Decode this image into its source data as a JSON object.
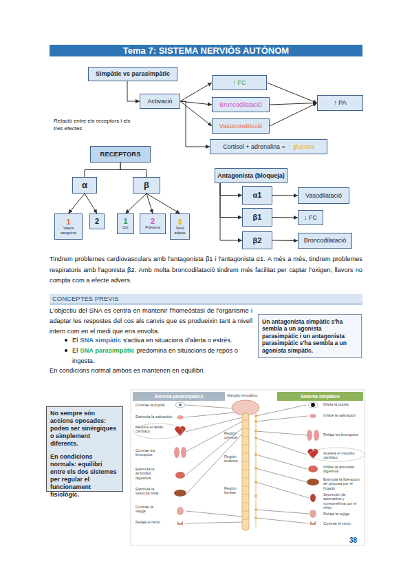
{
  "diagram": {
    "title": "Tema 7: SISTEMA NERVIÓS AUTÒNOM",
    "nodes": [
      {
        "text": [
          "Simpàtic vs parasimpàtic"
        ]
      },
      {
        "text": [
          "Activació"
        ]
      },
      {
        "text": [
          "↑ FC"
        ]
      },
      {
        "text": [
          "Broncodilatació"
        ]
      },
      {
        "text": [
          "Vasoconstricció"
        ]
      },
      {
        "text": [
          "↑ PA"
        ]
      },
      {
        "text": [
          "Cortisol + adrenalina =",
          "↑ glucosa"
        ]
      },
      {
        "text": [
          "RECEPTORS"
        ]
      },
      {
        "text": [
          "α"
        ]
      },
      {
        "text": [
          "β"
        ]
      },
      {
        "text": [
          "1",
          "Vasos sanguinis"
        ]
      },
      {
        "text": [
          "2"
        ]
      },
      {
        "text": [
          "1",
          "Cor"
        ]
      },
      {
        "text": [
          "2",
          "Pulmons"
        ]
      },
      {
        "text": [
          "3",
          "Teixit adipós"
        ]
      },
      {
        "text": [
          "Antagonista (bloqueja)"
        ]
      },
      {
        "text": [
          "α1"
        ]
      },
      {
        "text": [
          "Vasodilatació"
        ]
      },
      {
        "text": [
          "β1"
        ]
      },
      {
        "text": [
          "↓ FC"
        ]
      },
      {
        "text": [
          "β2"
        ]
      },
      {
        "text": [
          "Broncodilatació"
        ]
      },
      {
        "text": [
          "CONCEPTES PREVIS"
        ]
      },
      {
        "text": [
          "Un antagonista simpàtic s'ha sembla a un agonista parasimpàtic i un antagonista parasimpàtic s'ha sembla a un agonista simpàtic."
        ]
      },
      {
        "text": [
          "No sempre són accions oposades: poden ser sinèrgiques o simplement diferents.",
          "En condicions normals: equilibri entre els dos sistemes per regular el funcionament fisiològic."
        ]
      },
      {
        "text": [
          "Sistema parasimpático"
        ]
      },
      {
        "text": [
          "Sistema simpático"
        ]
      }
    ],
    "edges": [
      {
        "from": 0,
        "to": 1,
        "arrow": "to"
      },
      {
        "from": 1,
        "to": 2,
        "arrow": "to"
      },
      {
        "from": 1,
        "to": 3,
        "arrow": "to"
      },
      {
        "from": 1,
        "to": 4,
        "arrow": "to"
      },
      {
        "from": 2,
        "to": 5,
        "arrow": "to"
      },
      {
        "from": 3,
        "to": 5,
        "arrow": "to"
      },
      {
        "from": 4,
        "to": 5,
        "arrow": "to"
      },
      {
        "from": 1,
        "to": 6,
        "arrow": "to"
      },
      {
        "from": 7,
        "to": 8,
        "arrow": "none"
      },
      {
        "from": 7,
        "to": 9,
        "arrow": "none"
      },
      {
        "from": 8,
        "to": 10,
        "arrow": "to"
      },
      {
        "from": 8,
        "to": 11,
        "arrow": "to"
      },
      {
        "from": 9,
        "to": 12,
        "arrow": "to"
      },
      {
        "from": 9,
        "to": 13,
        "arrow": "to"
      },
      {
        "from": 9,
        "to": 14,
        "arrow": "to"
      },
      {
        "from": 15,
        "to": 16,
        "arrow": "to"
      },
      {
        "from": 15,
        "to": 18,
        "arrow": "to"
      },
      {
        "from": 15,
        "to": 20,
        "arrow": "to"
      },
      {
        "from": 16,
        "to": 17,
        "arrow": "to"
      },
      {
        "from": 18,
        "to": 19,
        "arrow": "to"
      },
      {
        "from": 20,
        "to": 21,
        "arrow": "to"
      }
    ],
    "labels": [
      "Relació entre els receptors i els tres efectes",
      "Tindrem problemes cardiovasculars amb l'antagonista β1 i l'antagonista α1. A més a més, tindrem problemes respiratoris amb l'agonista β2. Amb molta broncodilatació tindrem més facilitat per captar l'oxigen, llavors no compta com a efecte advers.",
      "L'objectiu del SNA es centra en mantenir l'homeòstasi de l'organisme i adaptar les respostes del cos als canvis que es produeixin tant a nivell intern com en el medi que ens envolta.",
      "El",
      "SNA simpàtic",
      "s'activa en situacions d'alerta o estrès.",
      "El",
      "SNA parasimpàtic",
      "predomina en situacions de repòs o ingesta.",
      "En condicions normal ambos es mantenen en equilibri.",
      "Ganglio simpático",
      "Contrae la pupila",
      "Estimula la salivación",
      "Reduce el latido cardíaco",
      "Contrae los bronquios",
      "Estimula la actividad digestiva",
      "Estimula la vesícula biliar",
      "Contrae la vejiga",
      "Relaja el recto",
      "Región cervical",
      "Región torácica",
      "Región lumbar",
      "Dilata la pupila",
      "Inhibe la salivación",
      "Relaja los bronquios",
      "Acelera el impulso cardíaco",
      "Inhibe la actividad digestiva",
      "Estimula la liberación de glucosa por el hígado",
      "Secreción de adrenalina y norepinefrina por el riñón",
      "Relaja la vejiga",
      "Contrae el recto",
      "38"
    ]
  }
}
